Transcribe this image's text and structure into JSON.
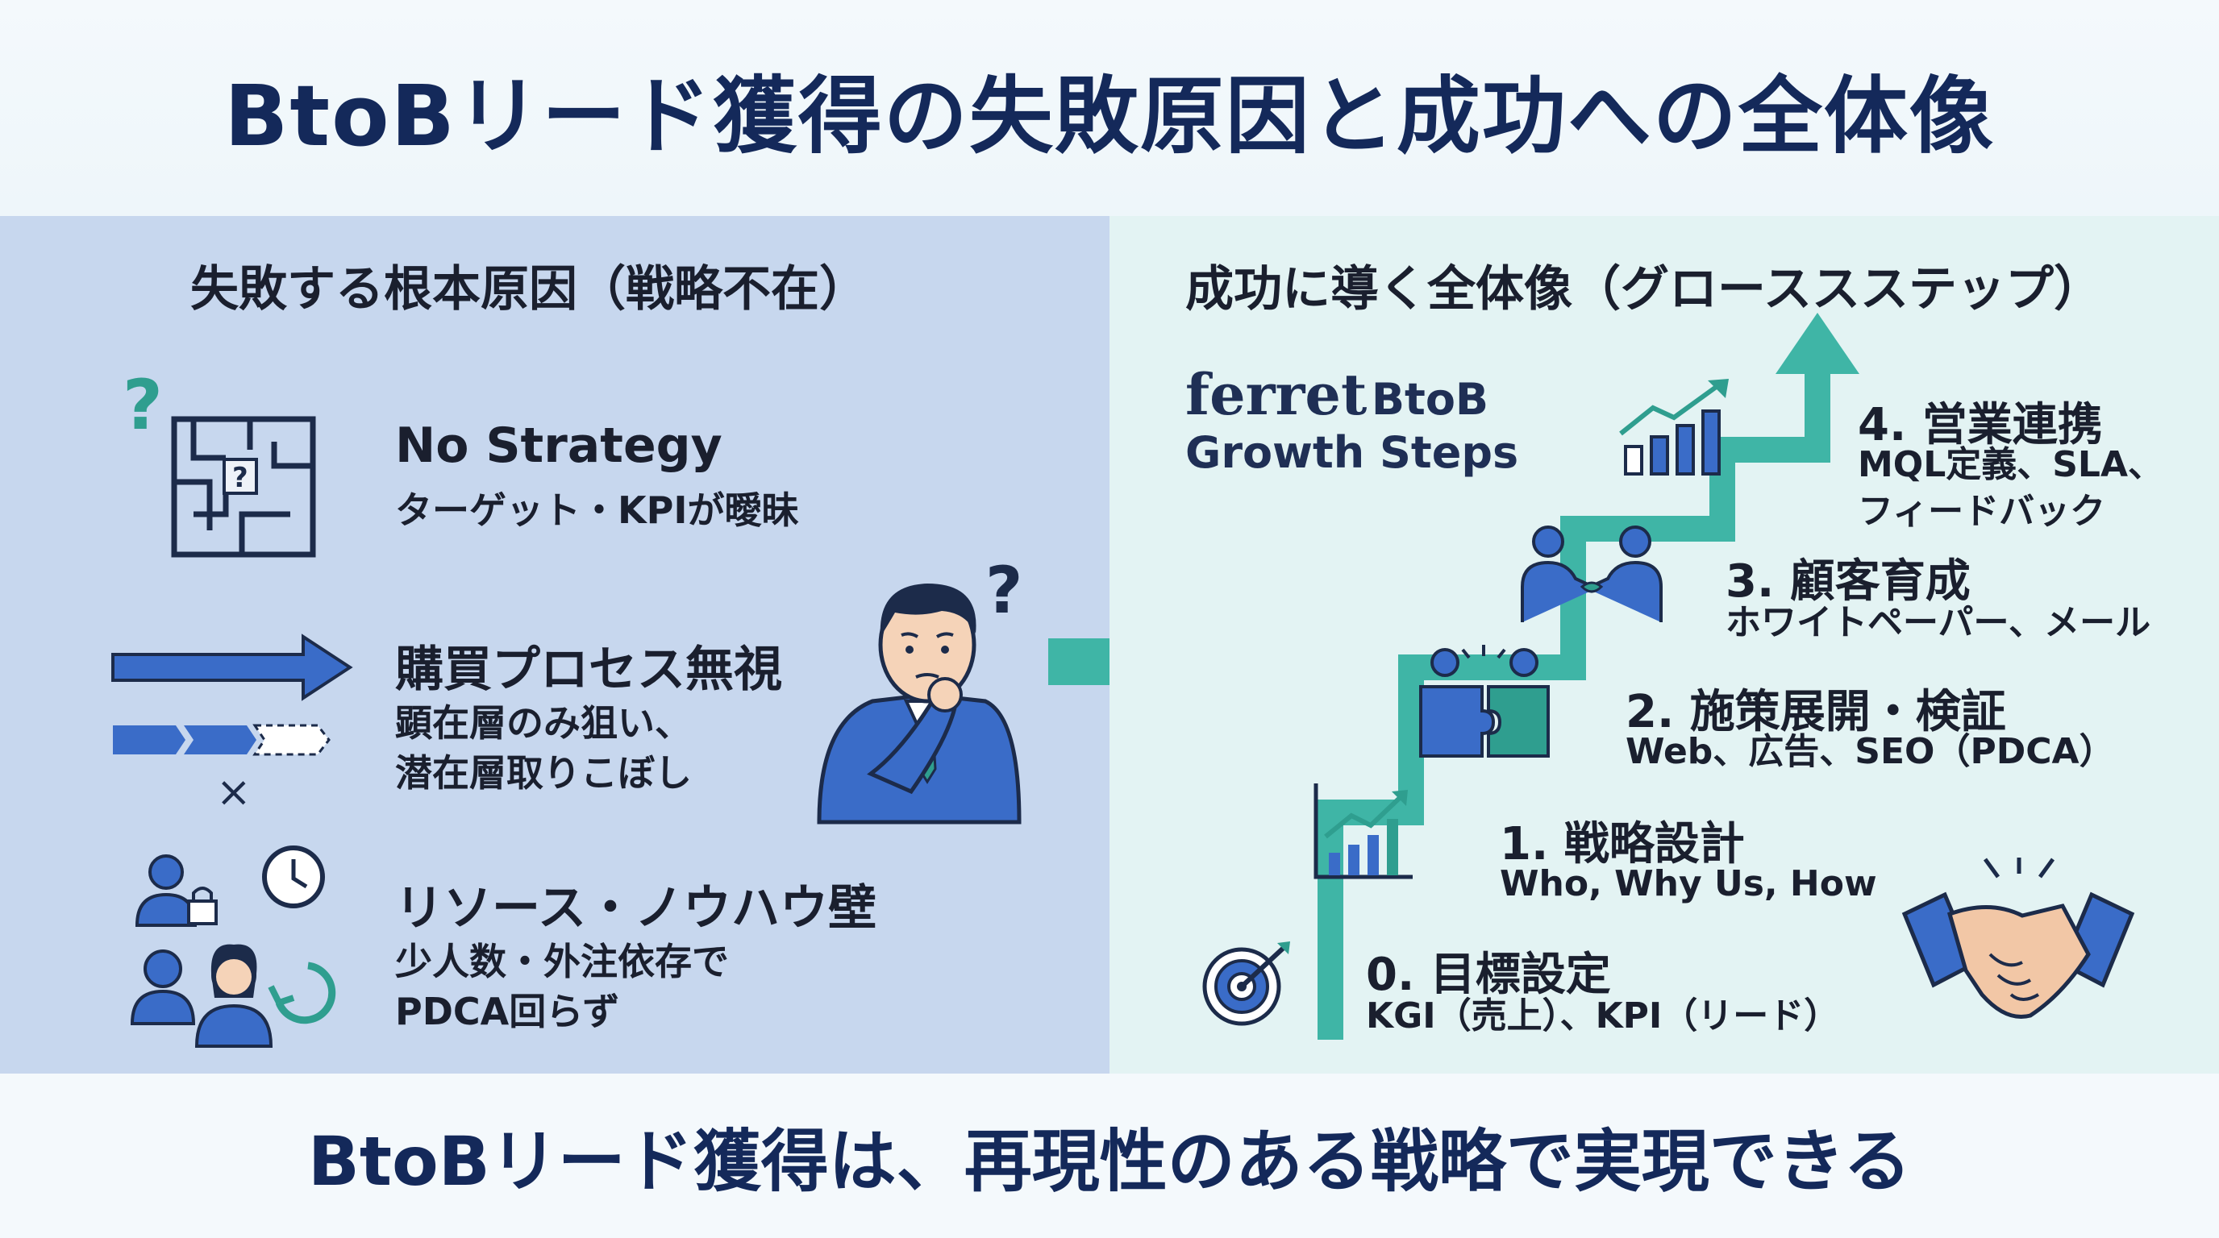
{
  "title": "BtoBリード獲得の失敗原因と成功への全体像",
  "left": {
    "heading": "失敗する根本原因（戦略不在）",
    "items": [
      {
        "title": "No Strategy",
        "desc": [
          "ターゲット・KPIが曖昧"
        ],
        "icon": "maze-question-icon"
      },
      {
        "title": "購買プロセス無視",
        "desc": [
          "顕在層のみ狙い、",
          "潜在層取りこぼし"
        ],
        "icon": "process-arrow-icon",
        "mark": "×"
      },
      {
        "title": "リソース・ノウハウ壁",
        "desc": [
          "少人数・外注依存で",
          "PDCA回らず"
        ],
        "icon": "people-resources-icon"
      }
    ]
  },
  "right": {
    "heading": "成功に導く全体像（グローススステップ）",
    "brand_line1_a": "ferret",
    "brand_line1_b": "BtoB",
    "brand_line2": "Growth Steps",
    "steps": [
      {
        "title": "0. 目標設定",
        "desc": [
          "KGI（売上）、KPI（リード）"
        ],
        "icon": "target-icon"
      },
      {
        "title": "1. 戦略設計",
        "desc": [
          "Who, Why Us, How"
        ],
        "icon": "chart-icon"
      },
      {
        "title": "2. 施策展開・検証",
        "desc": [
          "Web、広告、SEO（PDCA）"
        ],
        "icon": "puzzle-team-icon"
      },
      {
        "title": "3. 顧客育成",
        "desc": [
          "ホワイトペーパー、メール"
        ],
        "icon": "handshake-people-icon"
      },
      {
        "title": "4. 営業連携",
        "desc": [
          "MQL定義、SLA、",
          "フィードバック"
        ],
        "icon": "growth-chart-icon"
      }
    ]
  },
  "footer": "BtoBリード獲得は、再現性のある戦略で実現できる",
  "colors": {
    "navy": "#14295a",
    "blue": "#3a6cc8",
    "teal": "#3fb5a6",
    "left_bg": "#c7d7ee",
    "right_bg": "#e3f3f3"
  }
}
